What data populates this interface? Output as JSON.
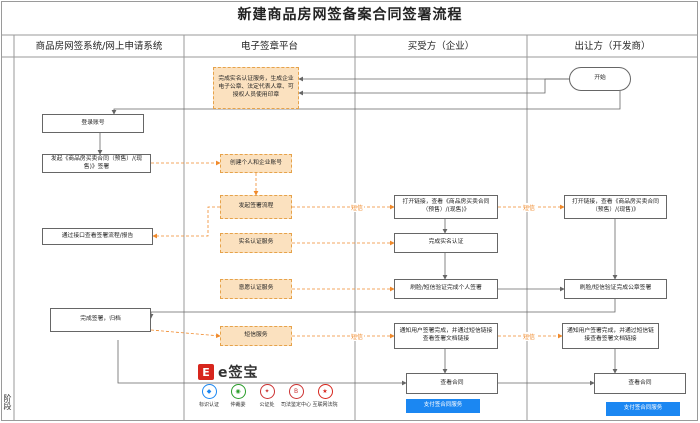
{
  "title": "新建商品房网签备案合同签署流程",
  "lanes": [
    "商品房网签系统/网上申请系统",
    "电子签章平台",
    "买受方（企业）",
    "出让方（开发商）"
  ],
  "side_label": "阶段",
  "nodes": {
    "platform_cert": "完成实名认证服务，生成企业电子公章、法定代表人章、可授权人员使用印章",
    "start": "开始",
    "login": "登录账号",
    "initiate": "发起《商品房买卖合同（预售）/(现售)》签署",
    "create_account": "创建个人和企业账号",
    "initiate_flow": "发起签署流程",
    "buyer_open": "打开链接，查看《商品房买卖合同（预售）/(现售)》",
    "seller_open": "打开链接，查看《商品房买卖合同（预售）/(现售)》",
    "query_flow": "通过接口查看签署流程/报告",
    "realname_service": "实名认证服务",
    "buyer_realname": "完成实名认证",
    "face_service": "意愿认证服务",
    "buyer_sign": "刷脸/短信验证完成个人签署",
    "seller_sign": "刷脸/短信验证完成公章签署",
    "sign_done": "完成签署，归档",
    "sms_service": "短信服务",
    "buyer_notify": "通知用户签署完成，并通过短信链接查看签署文档链接",
    "seller_notify": "通知用户签署完成，并通过短信链接查看签署文档链接",
    "buyer_view": "查看合同",
    "seller_view": "查看合同",
    "buyer_pay": "支付签合同服务",
    "seller_pay": "支付签合同服务"
  },
  "edge_labels": {
    "sms_1": "短信",
    "sms_2": "短信",
    "sms_3": "短信",
    "sms_4": "短信"
  },
  "brand": {
    "mark": "E",
    "name": "e签宝"
  },
  "partners": [
    {
      "icon": "cert",
      "name": "标识认证"
    },
    {
      "icon": "wechat",
      "name": "仲裁委"
    },
    {
      "icon": "notary",
      "name": "公证处"
    },
    {
      "icon": "judicial",
      "name": "司法鉴定中心"
    },
    {
      "icon": "court",
      "name": "互联网法院"
    }
  ],
  "colors": {
    "accent_orange": "#f08a2c",
    "process_fill": "#fbe1bf",
    "pay_blue": "#1b87f2",
    "brand_red": "#d7261d"
  }
}
